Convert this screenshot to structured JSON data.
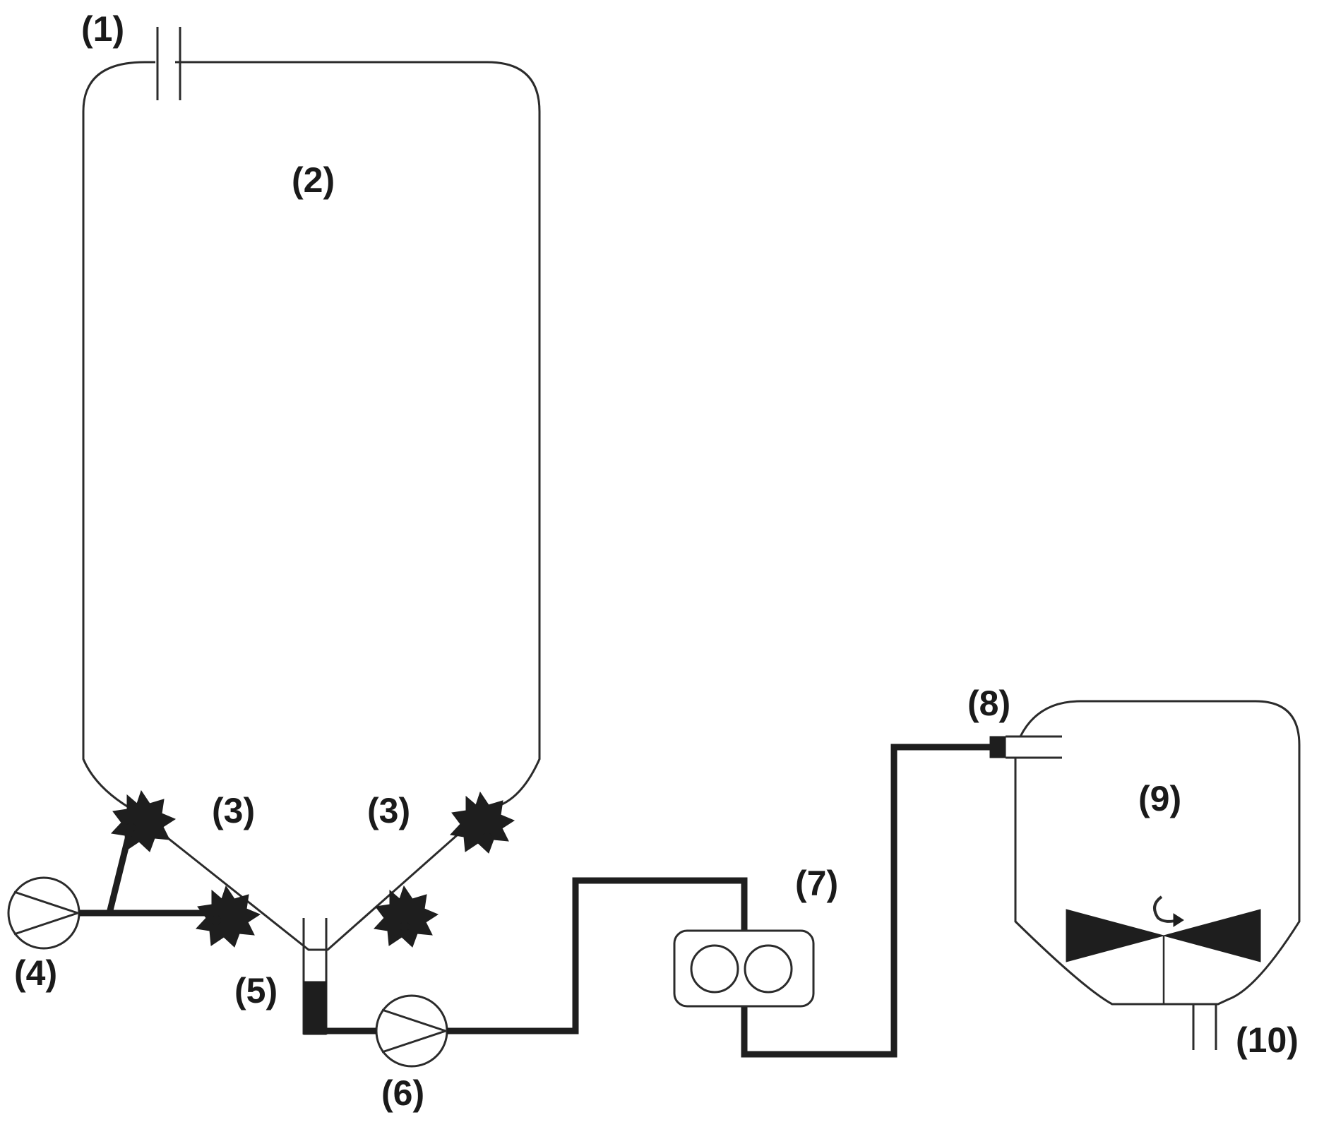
{
  "labels": {
    "l1": "(1)",
    "l2": "(2)",
    "l3a": "(3)",
    "l3b": "(3)",
    "l4": "(4)",
    "l5": "(5)",
    "l6": "(6)",
    "l7": "(7)",
    "l8": "(8)",
    "l9": "(9)",
    "l10": "(10)"
  },
  "colors": {
    "line": "#2b2b2b",
    "fill": "#1e1e1e",
    "background": "#ffffff"
  }
}
